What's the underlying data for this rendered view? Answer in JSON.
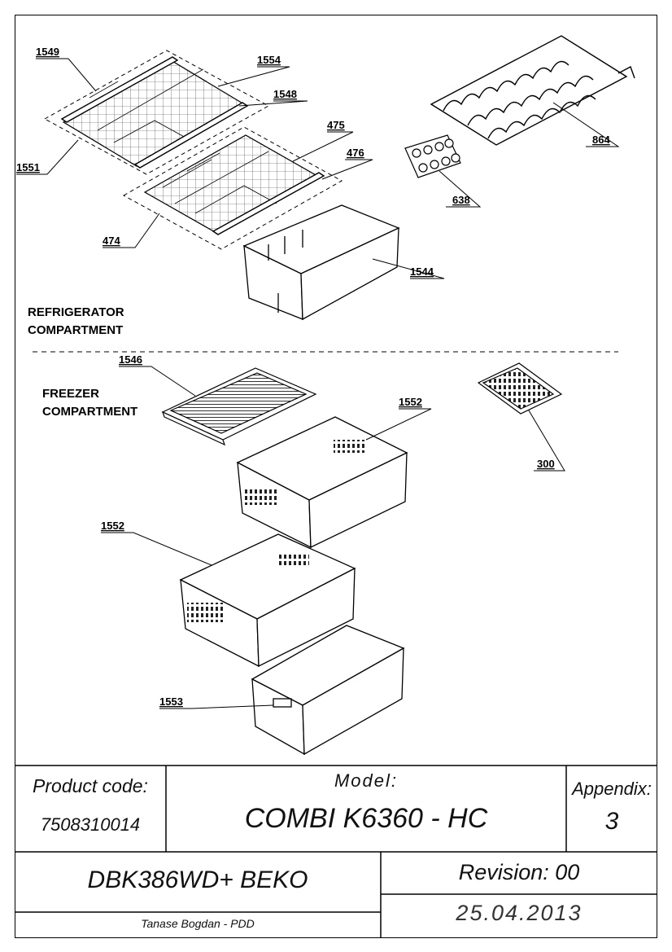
{
  "diagram": {
    "callouts": [
      {
        "id": "c1549",
        "text": "1549"
      },
      {
        "id": "c1554",
        "text": "1554"
      },
      {
        "id": "c1548",
        "text": "1548"
      },
      {
        "id": "c475",
        "text": "475"
      },
      {
        "id": "c476",
        "text": "476"
      },
      {
        "id": "c1551",
        "text": "1551"
      },
      {
        "id": "c474",
        "text": "474"
      },
      {
        "id": "c864",
        "text": "864"
      },
      {
        "id": "c638",
        "text": "638"
      },
      {
        "id": "c1544",
        "text": "1544"
      },
      {
        "id": "c1546",
        "text": "1546"
      },
      {
        "id": "c1552a",
        "text": "1552"
      },
      {
        "id": "c300",
        "text": "300"
      },
      {
        "id": "c1552b",
        "text": "1552"
      },
      {
        "id": "c1553",
        "text": "1553"
      }
    ],
    "sections": {
      "refrigerator_line1": "REFRIGERATOR",
      "refrigerator_line2": "COMPARTMENT",
      "freezer_line1": "FREEZER",
      "freezer_line2": "COMPARTMENT"
    }
  },
  "title_block": {
    "product_code_label": "Product code:",
    "product_code": "7508310014",
    "model_label": "Model:",
    "model": "COMBI K6360 - HC",
    "appendix_label": "Appendix:",
    "appendix": "3",
    "product_name": "DBK386WD+ BEKO",
    "revision": "Revision: 00",
    "author": "Tanase Bogdan - PDD",
    "date": "25.04.2013"
  }
}
